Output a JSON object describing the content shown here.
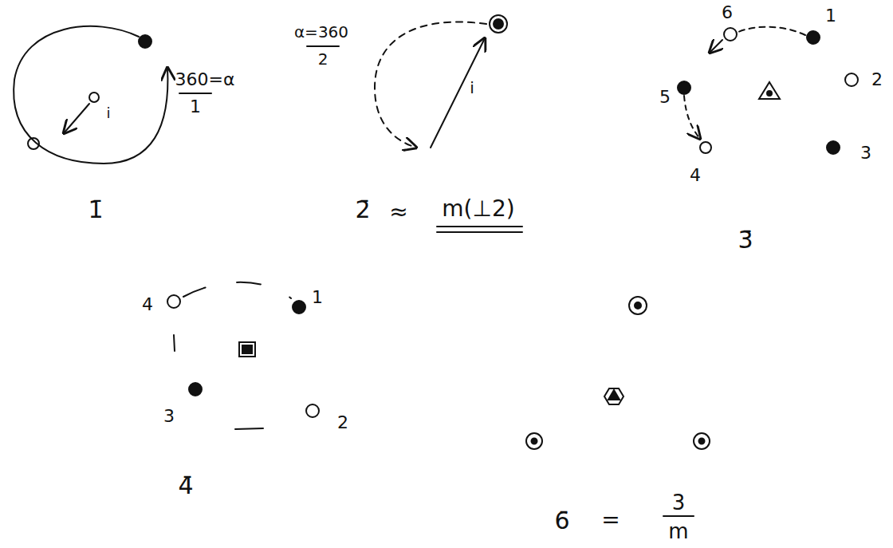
{
  "diagram": {
    "labels": [
      "360=α",
      "1",
      "i",
      "1̄",
      "α=360",
      "2",
      "i",
      "2̄",
      "≈",
      "m(⊥2)",
      "6",
      "1",
      "2",
      "5",
      "3",
      "4",
      "3̄",
      "4",
      "1",
      "3",
      "2",
      "4̄",
      "6̄",
      "=",
      "3",
      "m"
    ]
  }
}
